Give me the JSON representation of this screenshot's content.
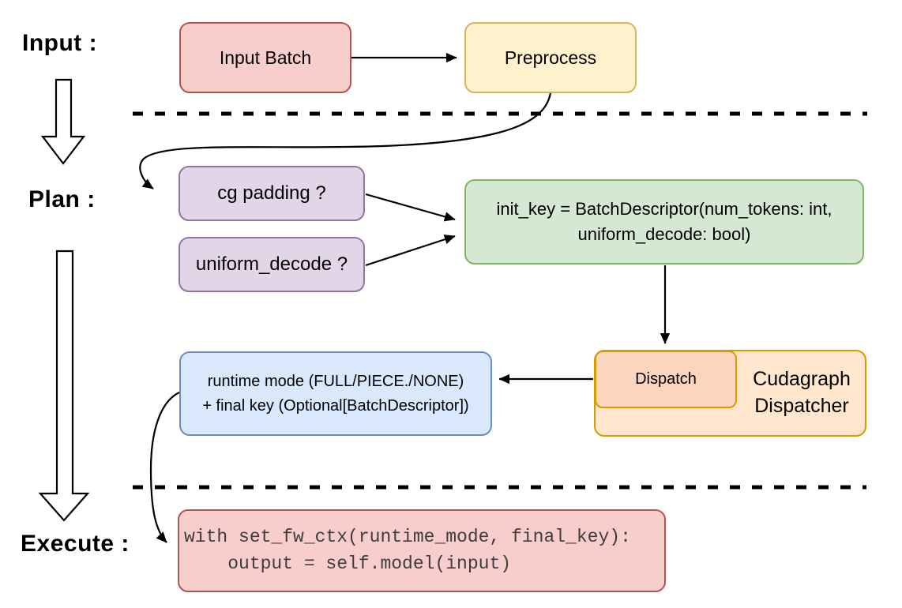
{
  "stages": {
    "input_label": "Input :",
    "plan_label": "Plan :",
    "execute_label": "Execute :"
  },
  "nodes": {
    "input_batch": {
      "label": "Input Batch",
      "fill": "#f8cecc",
      "stroke": "#b85450"
    },
    "preprocess": {
      "label": "Preprocess",
      "fill": "#fff2cc",
      "stroke": "#d6b656"
    },
    "cg_padding": {
      "label": "cg padding ?",
      "fill": "#e1d5e7",
      "stroke": "#9673a6"
    },
    "uniform_decode": {
      "label": "uniform_decode ?",
      "fill": "#e1d5e7",
      "stroke": "#9673a6"
    },
    "init_key": {
      "line1": "init_key = BatchDescriptor(num_tokens: int,",
      "line2": "uniform_decode: bool)",
      "fill": "#d5e8d4",
      "stroke": "#82b366"
    },
    "dispatch": {
      "label": "Dispatch",
      "fill": "#fbd5bd",
      "stroke": "#d79b00"
    },
    "cudagraph_dispatcher": {
      "line1": "Cudagraph",
      "line2": "Dispatcher",
      "fill": "#ffe6cc",
      "stroke": "#d79b00"
    },
    "runtime_mode": {
      "line1": "runtime mode (FULL/PIECE./NONE)",
      "line2": "+ final key (Optional[BatchDescriptor])",
      "fill": "#dae8fc",
      "stroke": "#6c8ebf"
    },
    "execute_code": {
      "line1": "with set_fw_ctx(runtime_mode, final_key):",
      "line2": "    output = self.model(input)",
      "fill": "#f8cecc",
      "stroke": "#b85450"
    }
  },
  "colors": {
    "connector": "#000000",
    "dashed_divider": "#000000",
    "stage_arrow_fill": "#ffffff",
    "code_text": "#3d3d3d"
  }
}
